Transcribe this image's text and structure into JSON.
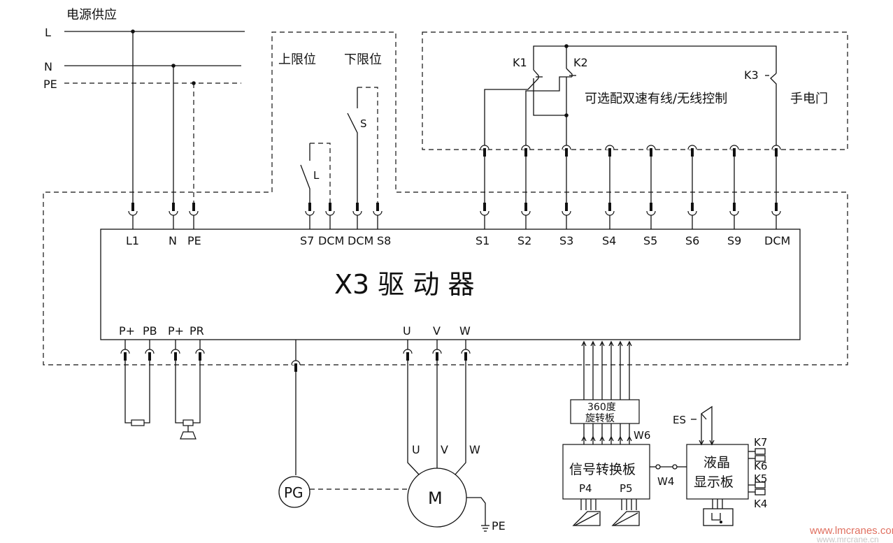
{
  "power": {
    "title": "电源供应",
    "lines": [
      "L",
      "N",
      "PE"
    ]
  },
  "limits": {
    "upper": "上限位",
    "lower": "下限位",
    "switch_l": "L",
    "switch_s": "S"
  },
  "remote": {
    "k1": "K1",
    "k2": "K2",
    "k3": "K3",
    "control_label": "可选配双速有线/无线控制",
    "hand_door": "手电门"
  },
  "drive": {
    "title": "X3 驱 动 器",
    "top_terminals": [
      "L1",
      "N",
      "PE",
      "S7",
      "DCM",
      "DCM",
      "S8",
      "S1",
      "S2",
      "S3",
      "S4",
      "S5",
      "S6",
      "S9",
      "DCM"
    ],
    "bottom_terminals": [
      "P+",
      "PB",
      "P+",
      "PR",
      "U",
      "V",
      "W"
    ]
  },
  "motor": {
    "m": "M",
    "pg": "PG",
    "phases": [
      "U",
      "V",
      "W"
    ],
    "pe": "PE"
  },
  "boards": {
    "rotary_line1": "360度",
    "rotary_line2": "旋转板",
    "signal": "信号转换板",
    "p4": "P4",
    "p5": "P5",
    "w6": "W6",
    "w4": "W4",
    "lcd_line1": "液晶",
    "lcd_line2": "显示板",
    "es": "ES",
    "keys": [
      "K7",
      "K6",
      "K5",
      "K4"
    ]
  },
  "watermark": {
    "site1": "www.lmcranes.com",
    "site2": "www.mrcrane.cn"
  }
}
